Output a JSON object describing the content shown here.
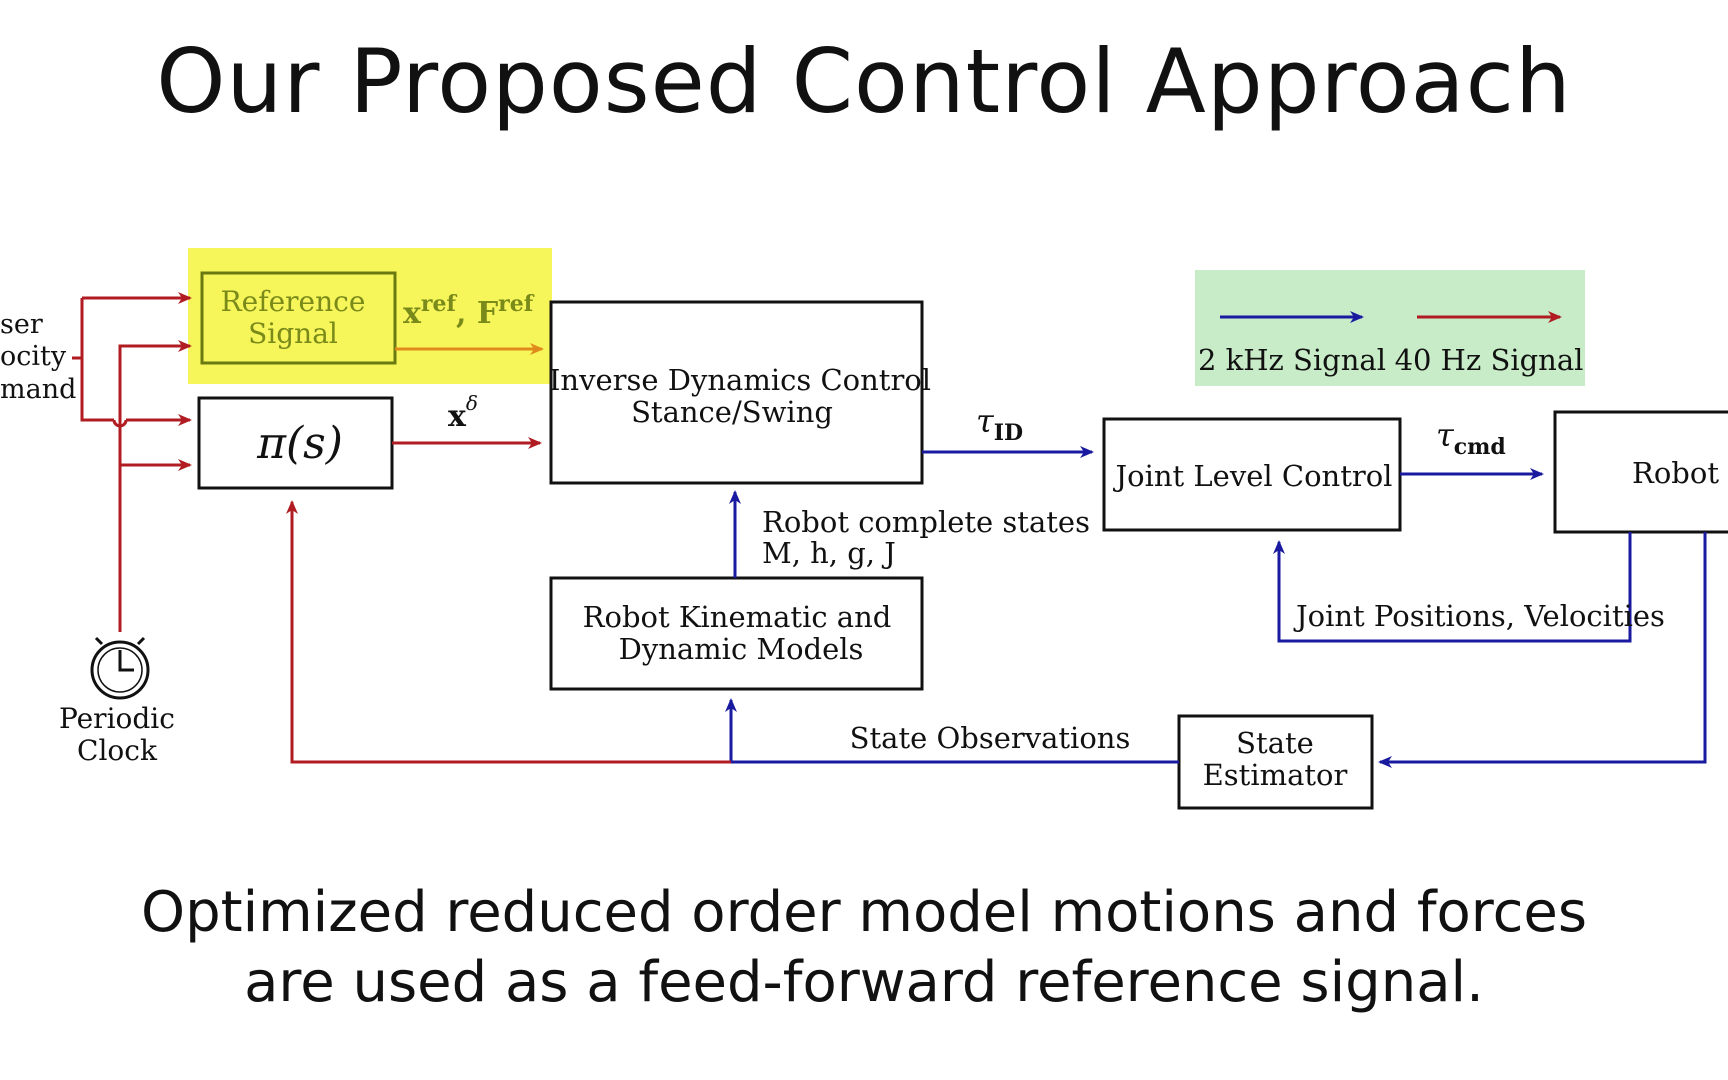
{
  "slide": {
    "title": "Our Proposed Control Approach",
    "caption_line1": "Optimized reduced order model motions and forces",
    "caption_line2": "are used as a feed-forward reference signal."
  },
  "diagram": {
    "user_cmd_line1": "ser",
    "user_cmd_line2": "ocity",
    "user_cmd_line3": "mand",
    "reference_line1": "Reference",
    "reference_line2": "Signal",
    "ref_signal_label": "x",
    "ref_signal_sup1": "ref",
    "ref_signal_mid": ", F",
    "ref_signal_sup2": "ref",
    "policy_label": "π(s)",
    "x_delta_label": "x",
    "x_delta_sup": "δ",
    "id_line1": "Inverse Dynamics Control",
    "id_line2": "Stance/Swing",
    "tau_id_label": "τ",
    "tau_id_sub": "ID",
    "joint_level": "Joint Level Control",
    "tau_cmd_label": "τ",
    "tau_cmd_sub": "cmd",
    "robot": "Robot",
    "kin_line1": "Robot Kinematic and",
    "kin_line2": "Dynamic Models",
    "complete_states_line1": "Robot complete states",
    "complete_states_line2": "M, h, g, J",
    "joint_feedback": "Joint Positions, Velocities",
    "state_obs": "State Observations",
    "estimator_line1": "State",
    "estimator_line2": "Estimator",
    "clock_line1": "Periodic",
    "clock_line2": "Clock",
    "legend_fast": "2 kHz Signal",
    "legend_slow": "40 Hz Signal"
  },
  "colors": {
    "blue_signal": "#1a1aa0",
    "red_signal": "#b01c22",
    "orange_signal": "#e08a1c",
    "highlight_yellow": "#f6f55a",
    "reference_text": "#7a8a1a",
    "legend_bg": "#c8ecc8"
  }
}
